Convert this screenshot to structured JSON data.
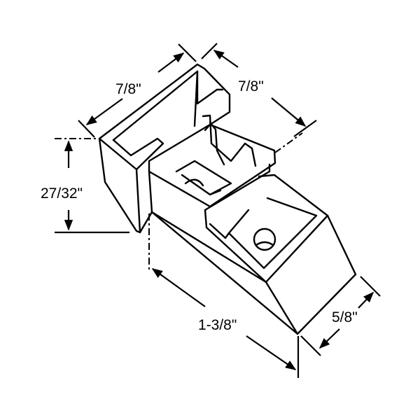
{
  "diagram": {
    "dimensions": {
      "top_left_width": "7/8\"",
      "top_right_width": "7/8\"",
      "height": "27/32\"",
      "length": "1-3/8\"",
      "depth": "5/8\""
    }
  }
}
